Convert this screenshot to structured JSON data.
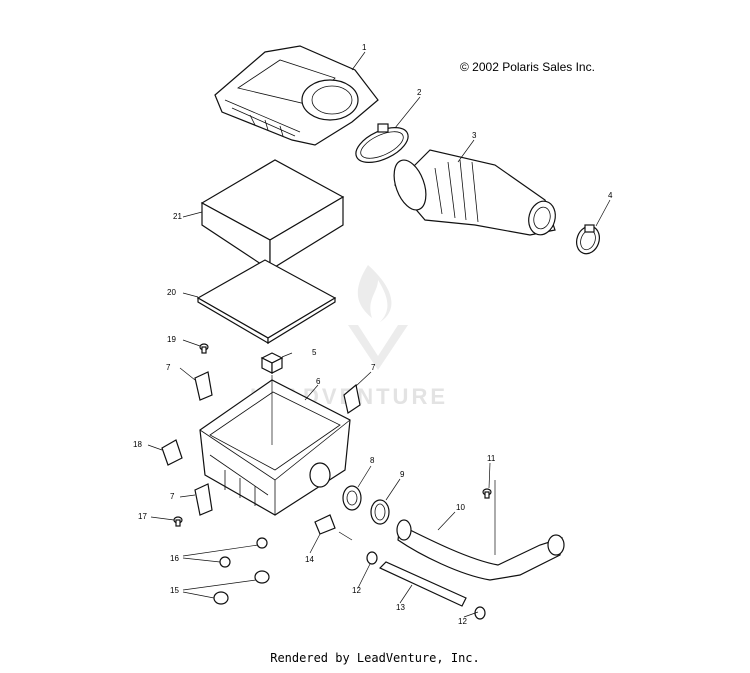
{
  "copyright": "© 2002 Polaris Sales Inc.",
  "footer": "Rendered by LeadVenture, Inc.",
  "watermark": "LEADVENTURE",
  "callouts": {
    "p1": "1",
    "p2": "2",
    "p3": "3",
    "p4": "4",
    "p5": "5",
    "p6": "6",
    "p7a": "7",
    "p7b": "7",
    "p7c": "7",
    "p8": "8",
    "p9": "9",
    "p10": "10",
    "p11": "11",
    "p12a": "12",
    "p12b": "12",
    "p13": "13",
    "p14": "14",
    "p15": "15",
    "p16": "16",
    "p17": "17",
    "p18": "18",
    "p19": "19",
    "p20": "20",
    "p21": "21"
  }
}
